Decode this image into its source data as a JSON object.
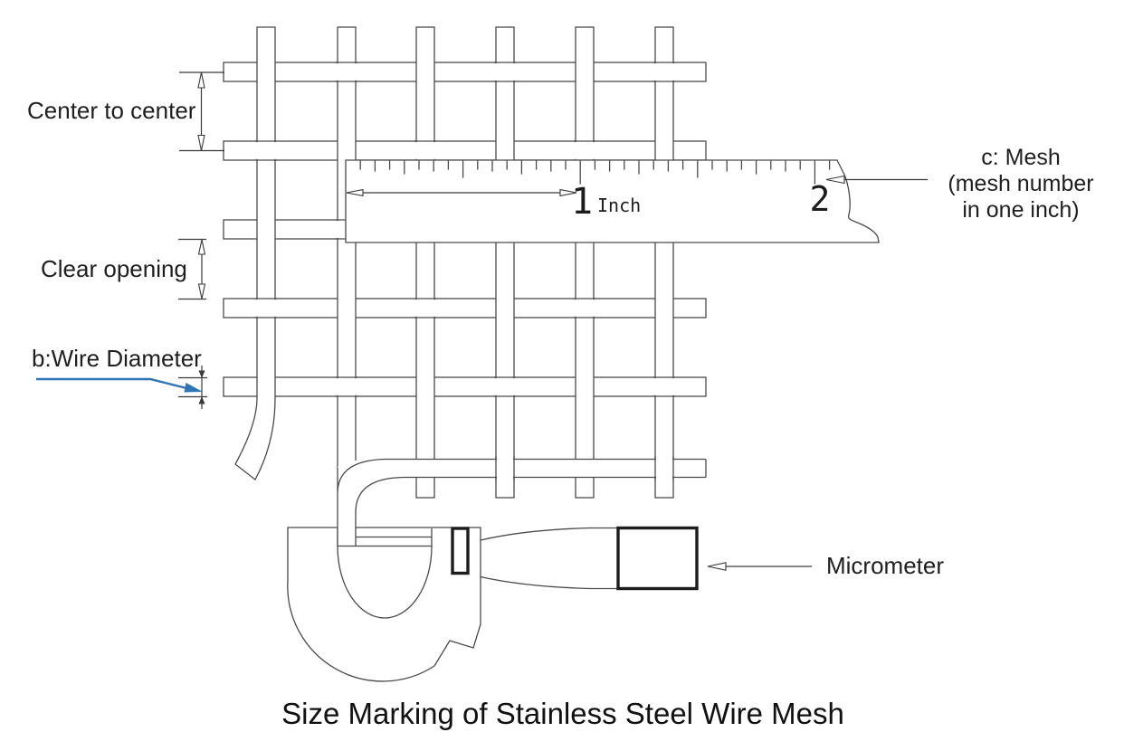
{
  "title": "Size Marking of Stainless Steel Wire Mesh",
  "labels": {
    "center_to_center": "Center to center",
    "clear_opening": "Clear opening",
    "wire_diameter": "b:Wire Diameter",
    "micrometer": "Micrometer"
  },
  "mesh_note": {
    "line1": "c: Mesh",
    "line2": "(mesh number",
    "line3": "in one inch)"
  },
  "ruler": {
    "inch_mark_1": "1",
    "inch_mark_2": "2",
    "unit_label": "Inch"
  },
  "colors": {
    "line": "#4a4a4a",
    "annotation": "#3a3a3a",
    "text": "#1f1f1f",
    "wire_diameter_text": "#17375e",
    "arrow_blue": "#2e75b6"
  }
}
